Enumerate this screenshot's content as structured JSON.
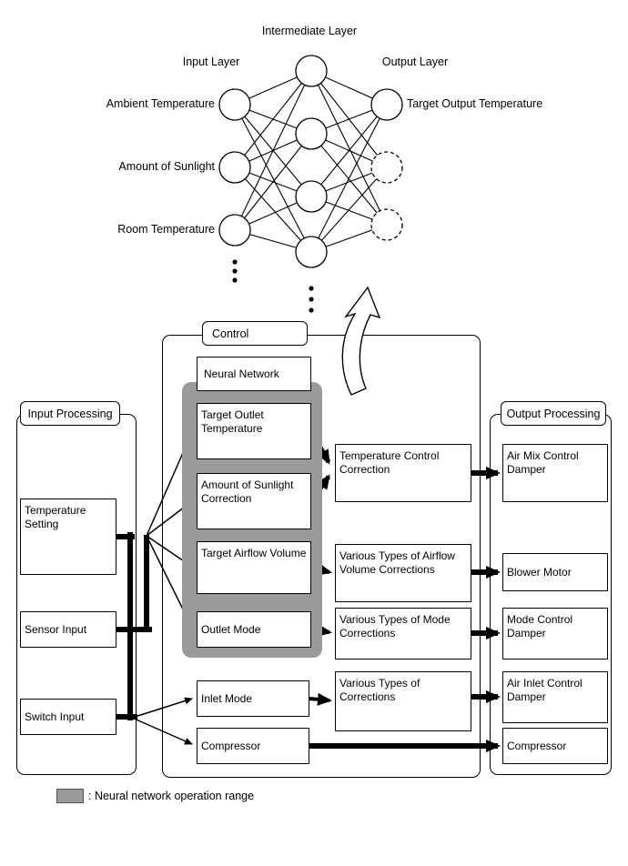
{
  "diagram": {
    "network": {
      "intermediate_layer_label": "Intermediate Layer",
      "input_layer_label": "Input Layer",
      "output_layer_label": "Output Layer",
      "input_nodes": [
        "Ambient Temperature",
        "Amount of Sunlight",
        "Room Temperature"
      ],
      "output_node_label": "Target Output Temperature"
    },
    "input_processing": {
      "title": "Input Processing",
      "boxes": [
        "Temperature Setting",
        "Sensor Input",
        "Switch Input"
      ]
    },
    "control": {
      "title": "Control",
      "neural_network_label": "Neural Network",
      "nn_boxes": [
        "Target Outlet Temperature",
        "Amount of Sunlight Correction",
        "Target Airflow Volume",
        "Outlet Mode"
      ],
      "other_boxes": [
        "Inlet Mode",
        "Compressor"
      ],
      "correction_boxes": [
        "Temperature Control Correction",
        "Various Types of Airflow Volume Corrections",
        "Various Types of Mode Corrections",
        "Various Types of Corrections"
      ]
    },
    "output_processing": {
      "title": "Output Processing",
      "boxes": [
        "Air Mix Control Damper",
        "Blower Motor",
        "Mode Control Damper",
        "Air Inlet Control Damper",
        "Compressor"
      ]
    },
    "legend": {
      "label": ": Neural network operation range"
    },
    "colors": {
      "nn_region_gray": "#9a9a9a",
      "line_black": "#000000"
    }
  }
}
